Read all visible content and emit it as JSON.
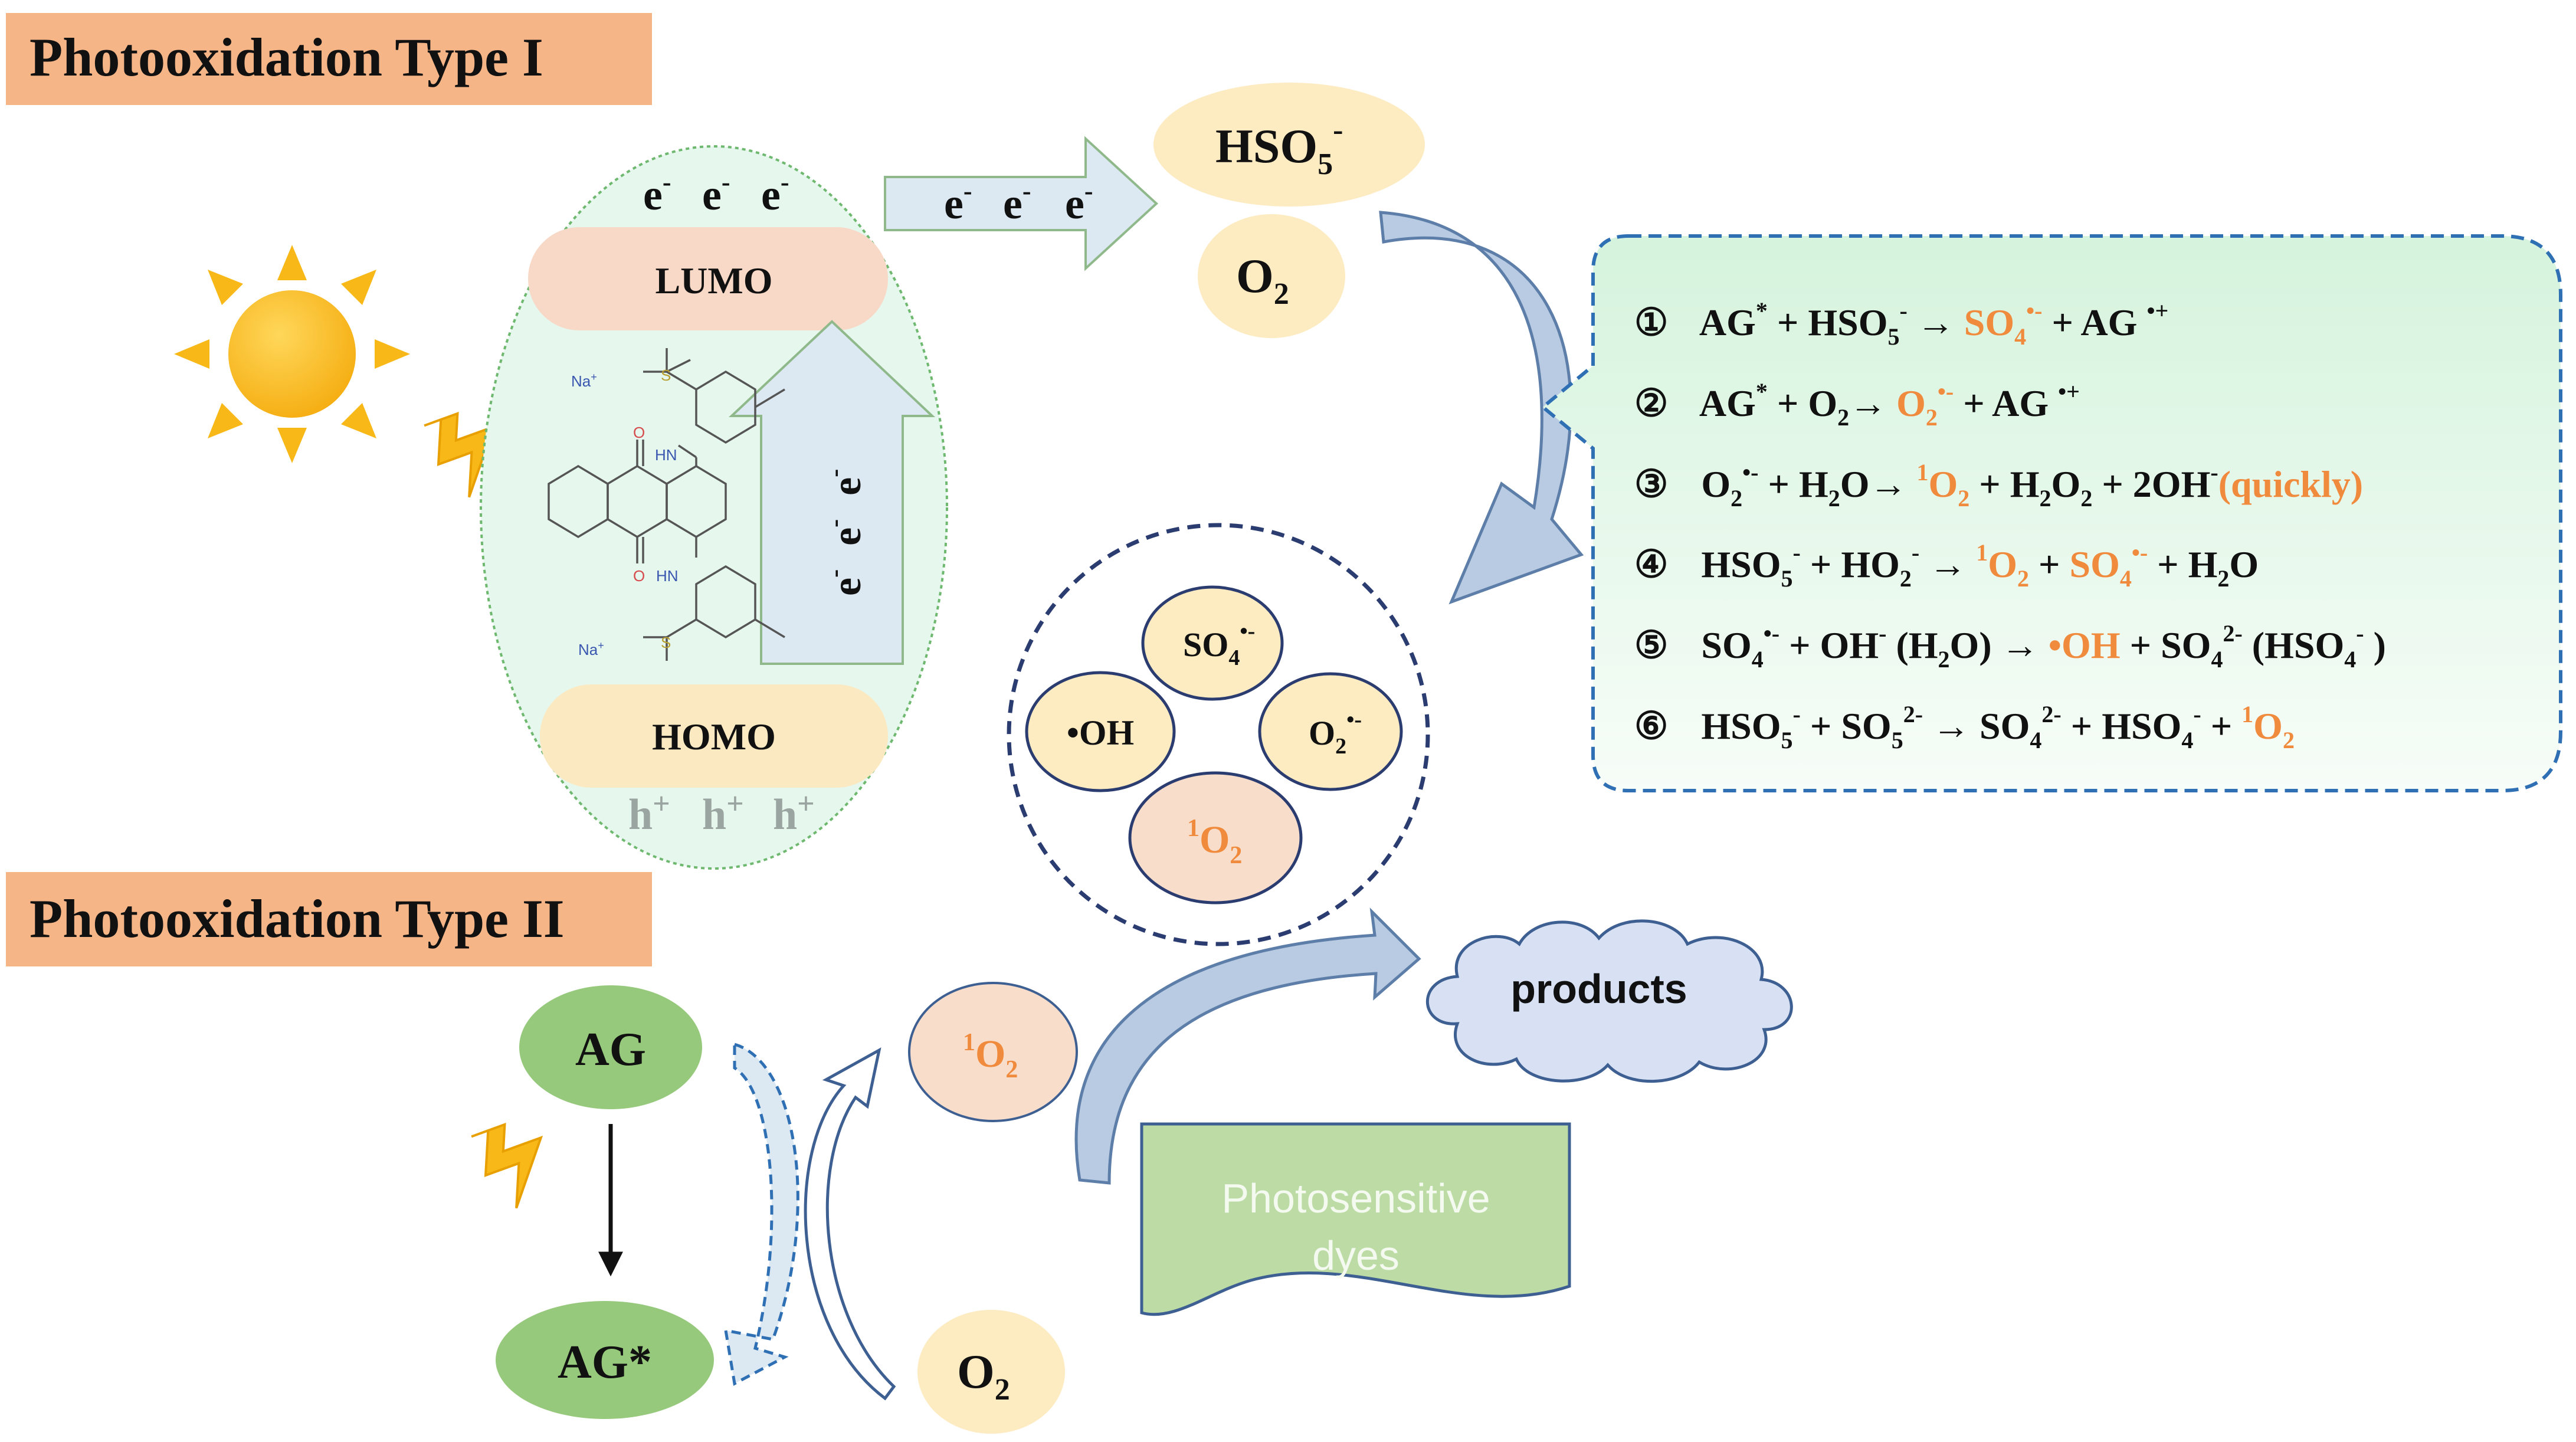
{
  "type1": {
    "title": "Photooxidation Type I",
    "electrons": [
      "e",
      "e",
      "e"
    ],
    "electron_sup": "-",
    "lumo": "LUMO",
    "homo": "HOMO",
    "holes": [
      "h",
      "h",
      "h"
    ],
    "hole_sup": "+",
    "reactants": {
      "hso5": {
        "base": "HSO",
        "sub": "5",
        "sup": "-"
      },
      "o2": {
        "base": "O",
        "sub": "2"
      }
    },
    "molecule": {
      "na_top": "Na",
      "na_bottom": "Na",
      "na_sup": "+",
      "hn_top": "HN",
      "hn_bottom": "HN",
      "o_label": "O",
      "s_label": "S"
    },
    "species": {
      "so4": {
        "base": "SO",
        "sub": "4",
        "sup": "•-"
      },
      "oh": "•OH",
      "o2rad": {
        "base": "O",
        "sub": "2",
        "sup": "•-"
      },
      "singlet": {
        "pre": "1",
        "base": "O",
        "sub": "2"
      }
    },
    "reactions": {
      "circled": [
        "①",
        "②",
        "③",
        "④",
        "⑤",
        "⑥"
      ],
      "quickly": "(quickly)"
    }
  },
  "type2": {
    "title": "Photooxidation Type II",
    "ag": "AG",
    "ag_star": "AG*",
    "singlet": {
      "pre": "1",
      "base": "O",
      "sub": "2"
    },
    "o2": {
      "base": "O",
      "sub": "2"
    },
    "products": "products",
    "dyes_line1": "Photosensitive",
    "dyes_line2": "dyes"
  },
  "colors": {
    "title_bg": "#f5b587",
    "lumo_fill": "#f8d8c6",
    "homo_fill": "#fbe9c2",
    "ellipse_fill": "#e6f7ee",
    "arrow_fill": "#dce8f2",
    "arrow_stroke": "#8fb98a",
    "bubble_fill": "#fdebc1",
    "singlet_fill": "#f9ddcb",
    "dashed_blue": "#2f6fb3",
    "navy": "#2b3c70",
    "box_grad_top": "#d5f3dd",
    "box_grad_bottom": "#f7fdf8",
    "ag_green": "#96c97c",
    "dyes_green": "#bcdba5",
    "cloud_fill": "#d8e1f3",
    "orange_text": "#f08a3c",
    "sun": "#f8b918"
  }
}
